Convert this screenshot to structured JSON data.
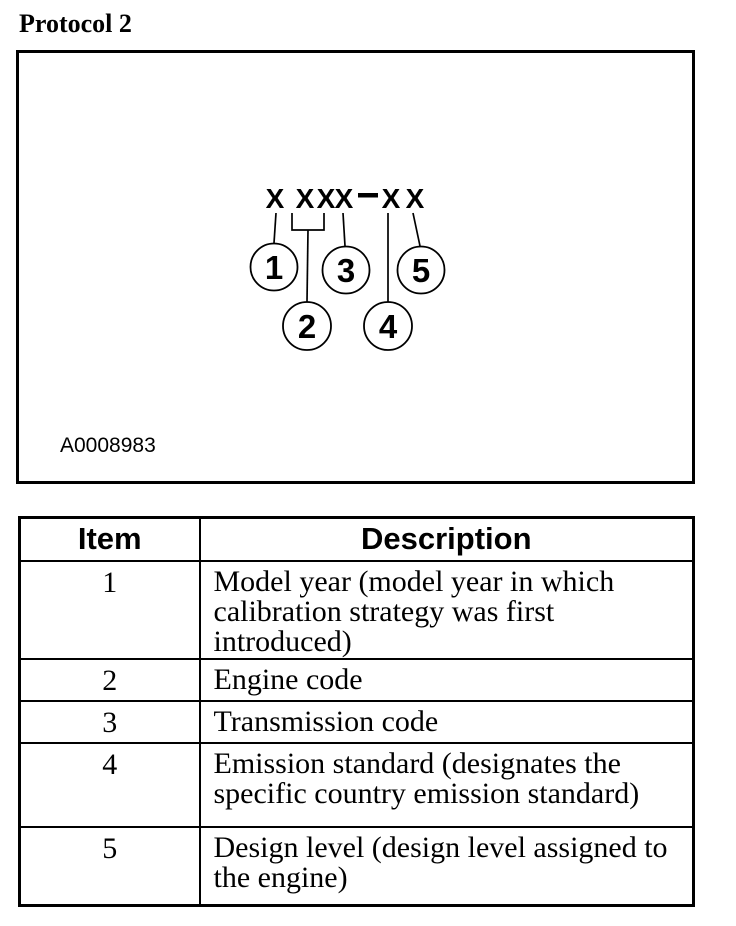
{
  "page": {
    "title": "Protocol 2"
  },
  "figure": {
    "id": "A0008983",
    "code_chars": [
      "X",
      "X",
      "X",
      "X",
      "X",
      "X"
    ],
    "separator": "-",
    "callouts": [
      "1",
      "2",
      "3",
      "4",
      "5"
    ]
  },
  "table": {
    "headers": [
      "Item",
      "Description"
    ],
    "rows": [
      {
        "item": "1",
        "description": "Model year (model year in which calibration strategy was first introduced)",
        "lines": [
          "Model year (model year in which",
          "calibration strategy was first",
          "introduced)"
        ]
      },
      {
        "item": "2",
        "description": "Engine code",
        "lines": [
          "Engine code"
        ]
      },
      {
        "item": "3",
        "description": "Transmission code",
        "lines": [
          "Transmission code"
        ]
      },
      {
        "item": "4",
        "description": "Emission standard (designates the specific country emission standard)",
        "lines": [
          "Emission standard (designates the",
          "specific country emission standard)"
        ]
      },
      {
        "item": "5",
        "description": "Design level (design level assigned to the engine)",
        "lines": [
          "Design level (design level assigned to",
          "the engine)"
        ]
      }
    ]
  }
}
